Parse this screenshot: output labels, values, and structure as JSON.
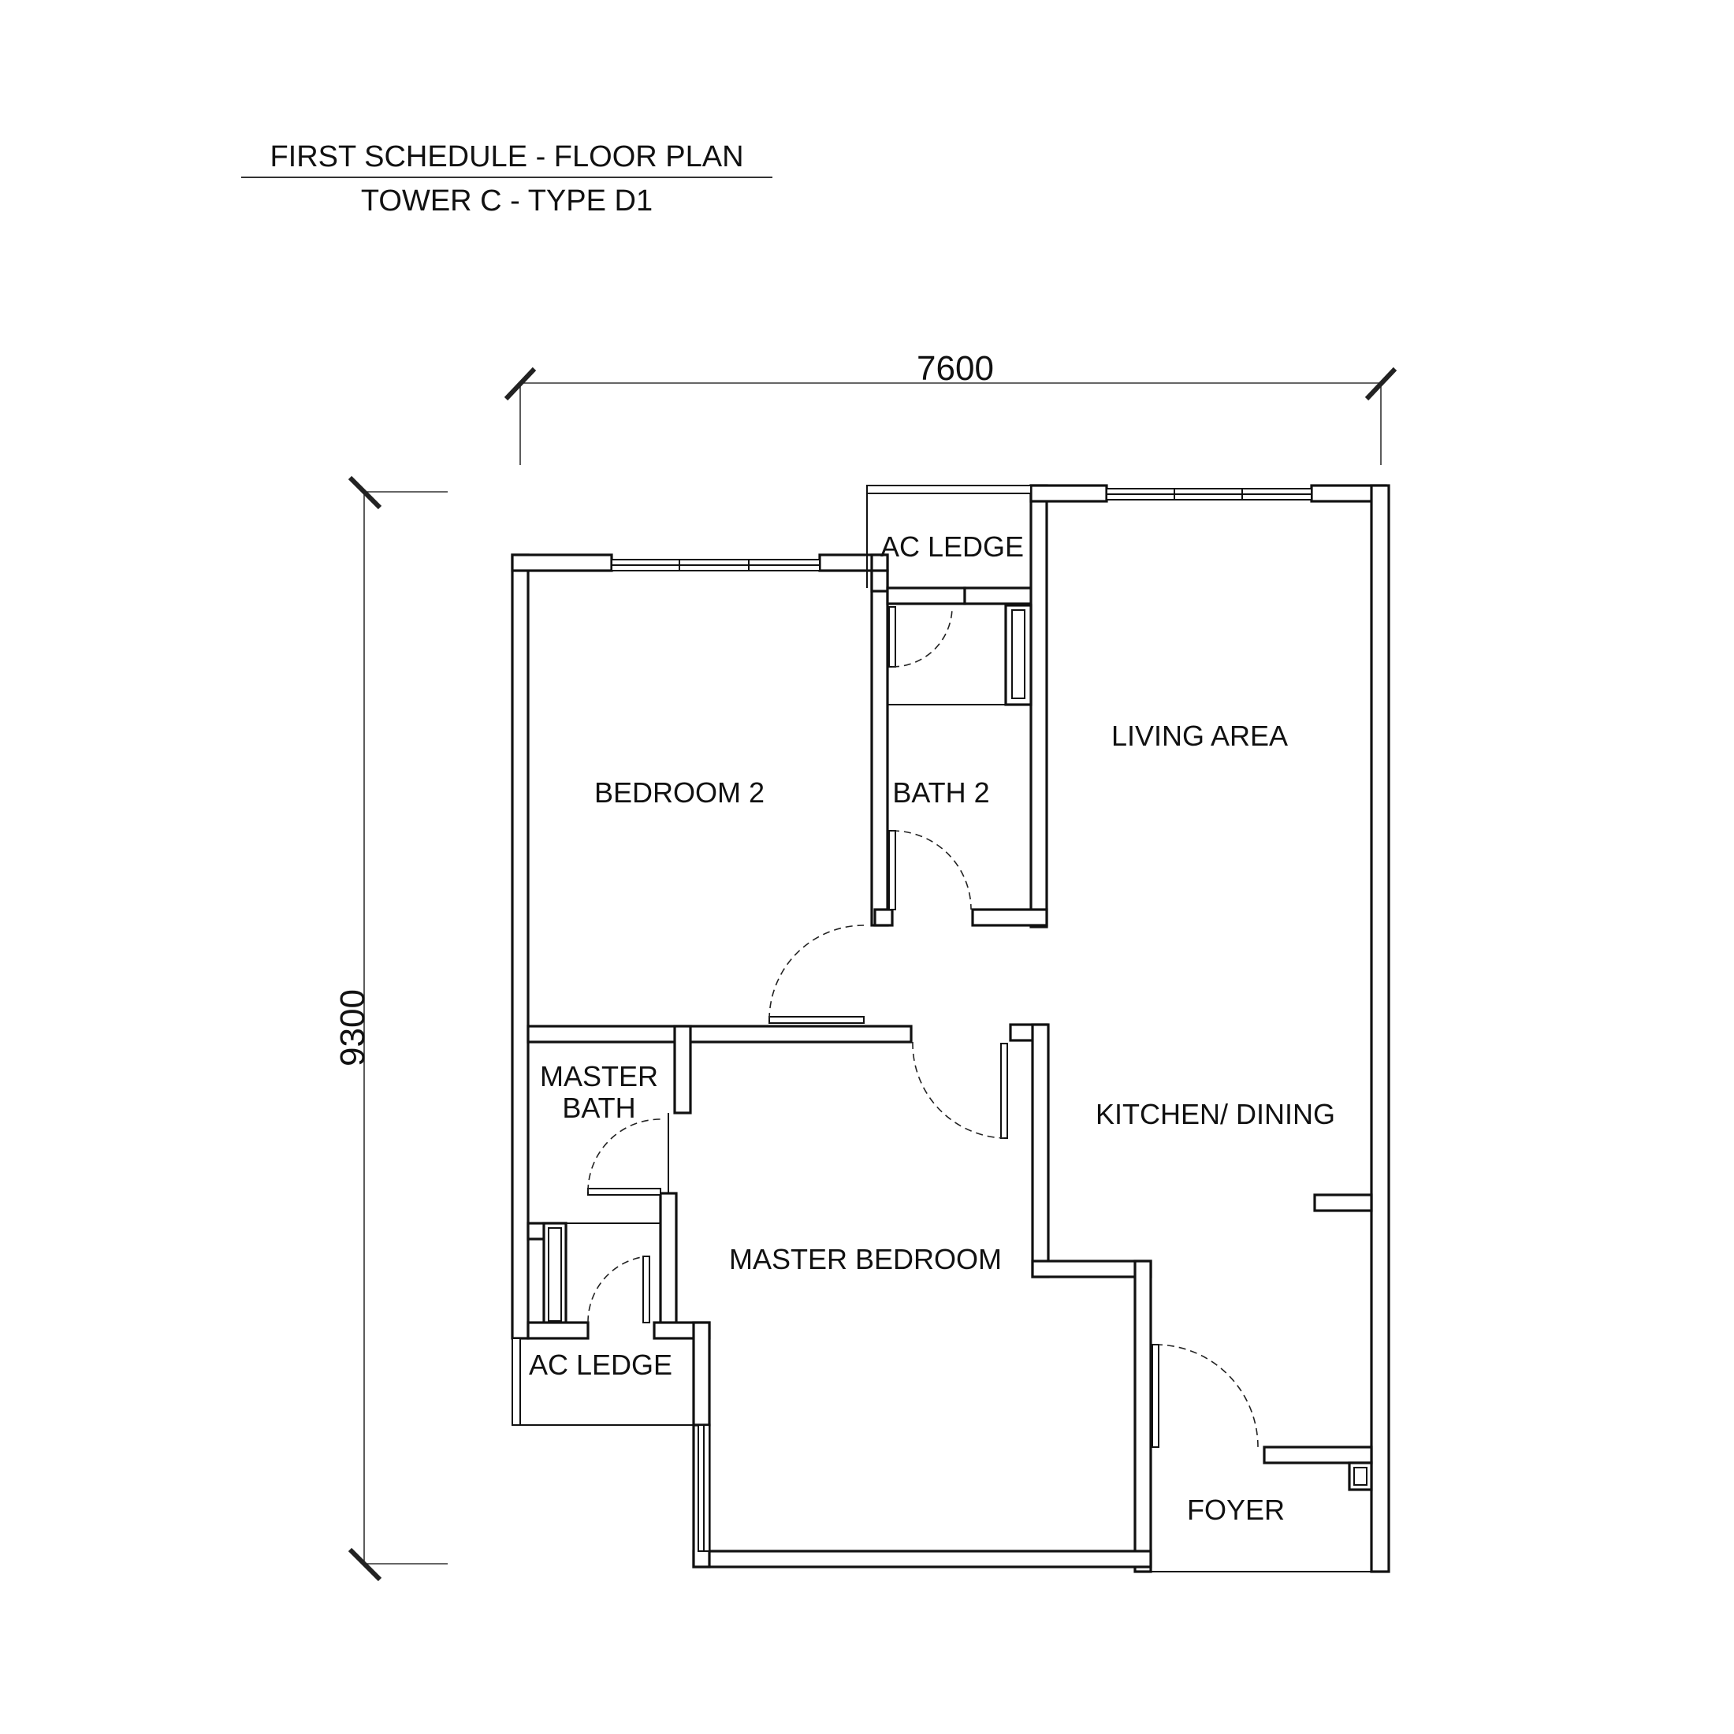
{
  "title": {
    "line1": "FIRST SCHEDULE - FLOOR PLAN",
    "line2": "TOWER C - TYPE D1"
  },
  "dimensions": {
    "width": "7600",
    "height": "9300"
  },
  "rooms": {
    "ac_ledge_top": "AC LEDGE",
    "living_area": "LIVING AREA",
    "bedroom_2": "BEDROOM 2",
    "bath_2": "BATH 2",
    "master_bath_1": "MASTER",
    "master_bath_2": "BATH",
    "kitchen_dining": "KITCHEN/ DINING",
    "master_bedroom": "MASTER BEDROOM",
    "ac_ledge_bottom": "AC LEDGE",
    "foyer": "FOYER"
  }
}
